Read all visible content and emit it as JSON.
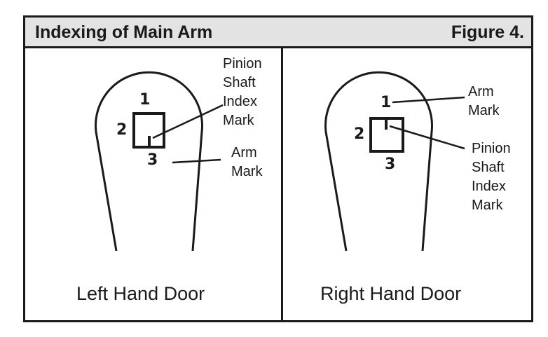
{
  "header": {
    "title": "Indexing of Main Arm",
    "figure_label": "Figure 4."
  },
  "left_panel": {
    "caption": "Left Hand Door",
    "pinion_label": [
      "Pinion",
      "Shaft",
      "Index",
      "Mark"
    ],
    "arm_label": [
      "Arm",
      "Mark"
    ],
    "positions": {
      "top": "1",
      "left": "2",
      "bottom": "3"
    }
  },
  "right_panel": {
    "caption": "Right Hand Door",
    "arm_label": [
      "Arm",
      "Mark"
    ],
    "pinion_label": [
      "Pinion",
      "Shaft",
      "Index",
      "Mark"
    ],
    "positions": {
      "top": "1",
      "left": "2",
      "bottom": "3"
    }
  }
}
